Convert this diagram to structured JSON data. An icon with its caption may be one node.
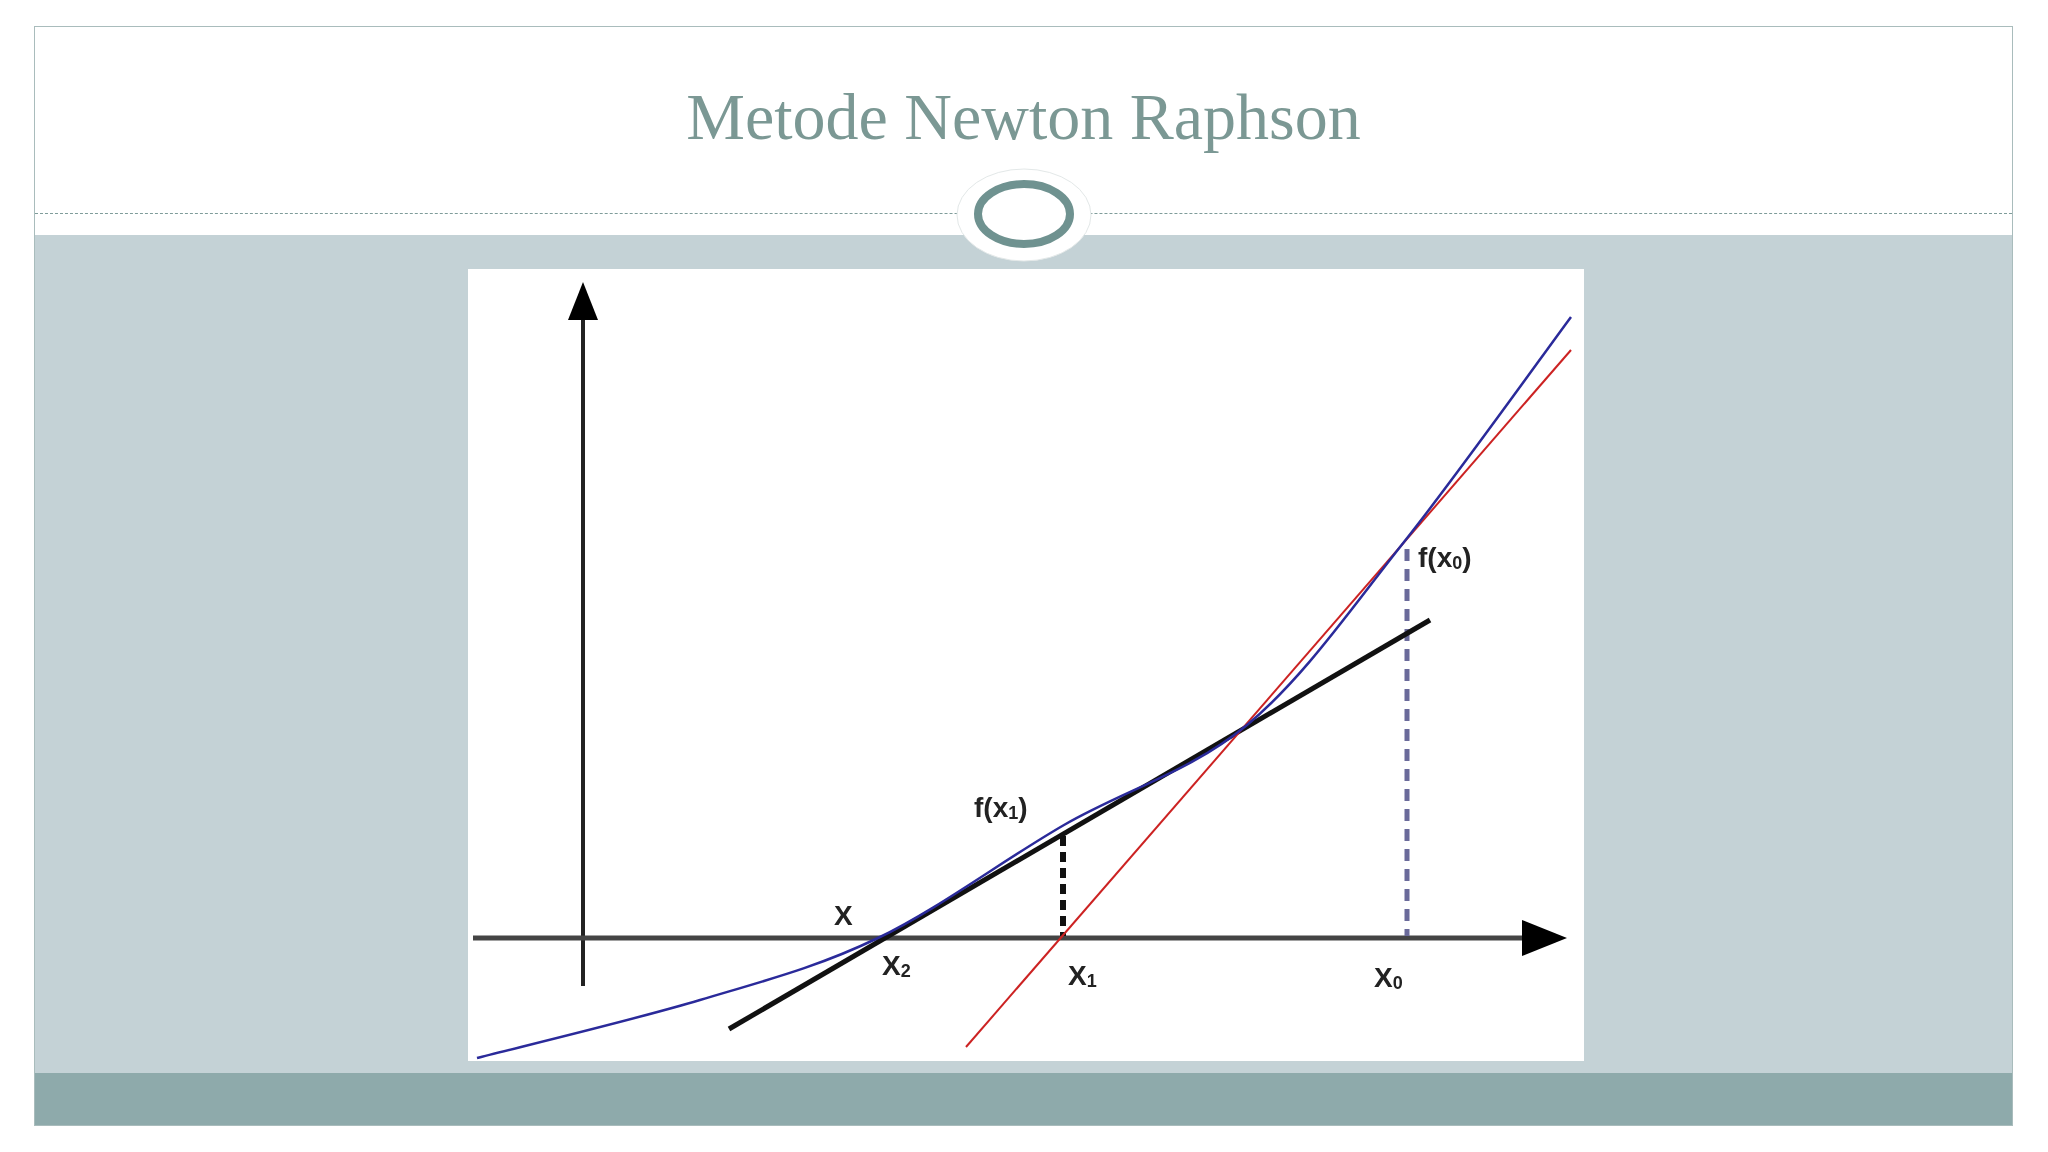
{
  "diagram": {
    "title": "Metode Newton Raphson",
    "labels": [
      "f(x$_{0}$)",
      "f(x$_{1}$)",
      "X",
      "X$_{2}$",
      "X$_{1}$",
      "X$_{0}$"
    ]
  }
}
